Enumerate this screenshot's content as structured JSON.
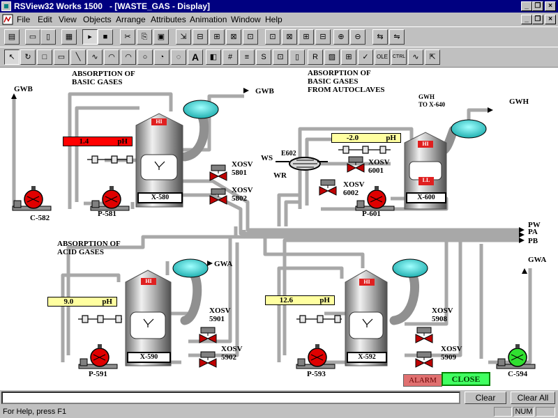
{
  "window": {
    "title": "RSView32 Works 1500   - [WASTE_GAS - Display]",
    "controls": [
      "_",
      "❐",
      "×"
    ],
    "doc_controls": [
      "_",
      "❐",
      "×"
    ]
  },
  "menu": [
    "File",
    "Edit",
    "View",
    "Objects",
    "Arrange",
    "Attributes",
    "Animation",
    "Window",
    "Help"
  ],
  "toolbar1": [
    "▤",
    "▭",
    "▯",
    "▦",
    "▸",
    "■",
    "✂",
    "⎘",
    "▣",
    "⇲",
    "⊟",
    "⊞",
    "⊠",
    "⊡",
    "⊕",
    "⊖",
    "⇆",
    "⇋"
  ],
  "toolbar2": [
    "↖",
    "↻",
    "□",
    "▭",
    "╲",
    "∿",
    "◠",
    "○",
    "◔",
    "◌",
    "A",
    "◧",
    "#",
    "≡",
    "S",
    "⊡",
    "▯",
    "R",
    "▨",
    "⊞",
    "✓",
    "OLE",
    "CTRL",
    "∿",
    "⇱"
  ],
  "labels": {
    "abs_basic": "ABSORPTION OF\nBASIC GASES",
    "abs_basic_auto": "ABSORPTION OF\nBASIC GASES\nFROM AUTOCLAVES",
    "abs_acid": "ABSORPTION OF\nACID GASES",
    "gwb_left": "GWB",
    "gwb_top": "GWB",
    "gwh_to": "GWH\nTO X-640",
    "gwh": "GWH",
    "ws": "WS",
    "e602": "E602",
    "wr": "WR",
    "pw": "PW",
    "pa": "PA",
    "pb": "PB",
    "gwa_mid": "GWA",
    "gwa_right": "GWA"
  },
  "valves": {
    "v5801": "XOSV\n5801",
    "v5802": "XOSV\n5802",
    "v6001": "XOSV\n6001",
    "v6002": "XOSV\n6002",
    "v5901": "XOSV\n5901",
    "v5902": "XOSV\n5902",
    "v5908": "XOSV\n5908",
    "v5909": "XOSV\n5909"
  },
  "tanks": {
    "x580": "X-580",
    "x600": "X-600",
    "x590": "X-590",
    "x592": "X-592",
    "hi": "HI",
    "ll": "LL"
  },
  "pumps": {
    "c582": "C-582",
    "p581": "P-581",
    "p601": "P-601",
    "p591": "P-591",
    "p593": "P-593",
    "c594": "C-594"
  },
  "ph": {
    "x580": "1.4",
    "x600": "-2.0",
    "x590": "9.0",
    "x592": "12.6",
    "unit": "pH",
    "x580_color": "#ff0000",
    "normal_color": "#ffffa0"
  },
  "buttons": {
    "alarm": "ALARM",
    "close": "CLOSE",
    "clear": "Clear",
    "clear_all": "Clear All"
  },
  "status": {
    "help": "For Help, press F1",
    "num": "NUM"
  }
}
